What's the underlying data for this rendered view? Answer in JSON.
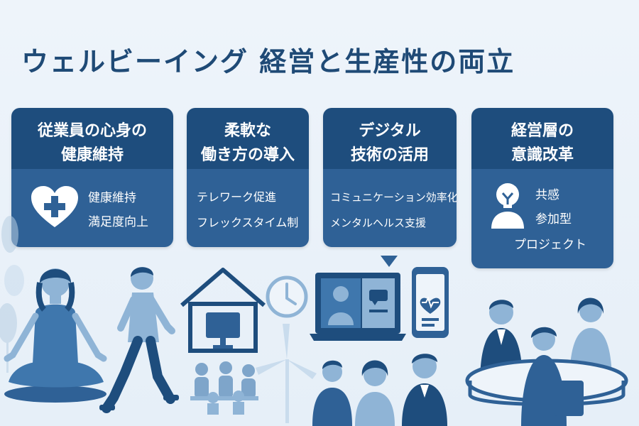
{
  "title": "ウェルビーイング 経営と生産性の両立",
  "cards": [
    {
      "heading": [
        "従業員の心身の",
        "健康維持"
      ],
      "items": [
        "健康維持",
        "満足度向上"
      ],
      "icon": "heart-plus-icon"
    },
    {
      "heading": [
        "柔軟な",
        "働き方の導入"
      ],
      "items": [
        "テレワーク促進",
        "フレックスタイム制"
      ],
      "icon": ""
    },
    {
      "heading": [
        "デジタル",
        "技術の活用"
      ],
      "items": [
        "コミュニケーション効率化",
        "メンタルヘルス支援"
      ],
      "icon": ""
    },
    {
      "heading": [
        "経営層の",
        "意識改革"
      ],
      "items": [
        "共感",
        "参加型",
        "プロジェクト"
      ],
      "icon": "lightbulb-person-icon"
    }
  ],
  "colors": {
    "dark": "#1e4d7d",
    "mid": "#2f6196",
    "light": "#8fb4d6",
    "pale": "#c9dced",
    "background": "#eef4fa"
  }
}
